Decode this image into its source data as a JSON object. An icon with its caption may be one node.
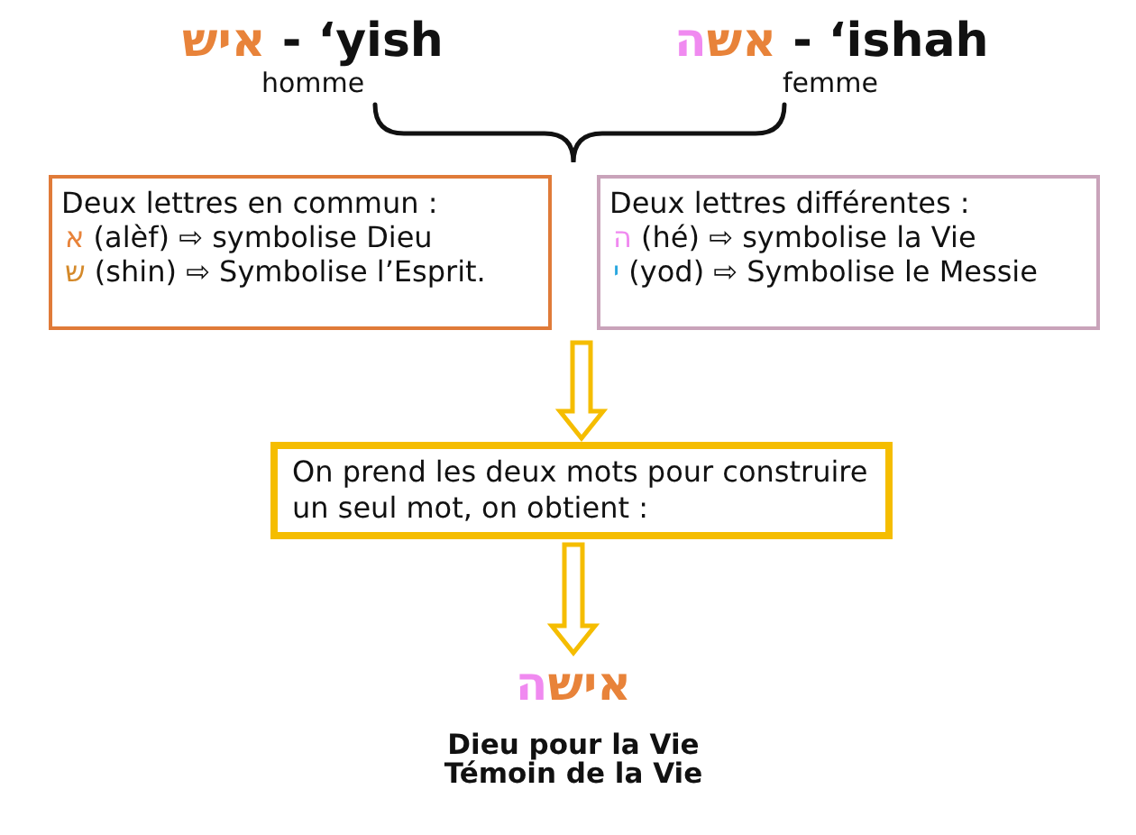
{
  "diagram": {
    "nodes": [
      {
        "text": [
          "איש - ‘yish"
        ],
        "beside": [
          "homme"
        ]
      },
      {
        "text": [
          "אשה - ‘ishah"
        ],
        "beside": [
          "femme"
        ]
      },
      {
        "text": [
          "Deux lettres en commun :",
          "א (alèf) ⇨ symbolise Dieu",
          "ש (shin) ⇨ Symbolise l’Esprit."
        ]
      },
      {
        "text": [
          "Deux lettres différentes :",
          "ה (hé) ⇨ symbolise la Vie",
          "י (yod) ⇨ Symbolise le Messie"
        ]
      },
      {
        "text": [
          "On prend les deux mots pour construire un seul mot, on obtient :"
        ]
      },
      {
        "text": [
          "אישה",
          "Dieu pour la Vie",
          "Témoin de la Vie"
        ]
      }
    ],
    "edges": [
      {
        "from": null,
        "to": 4,
        "arrow": "to"
      },
      {
        "from": 4,
        "to": 5,
        "arrow": "to"
      }
    ]
  }
}
